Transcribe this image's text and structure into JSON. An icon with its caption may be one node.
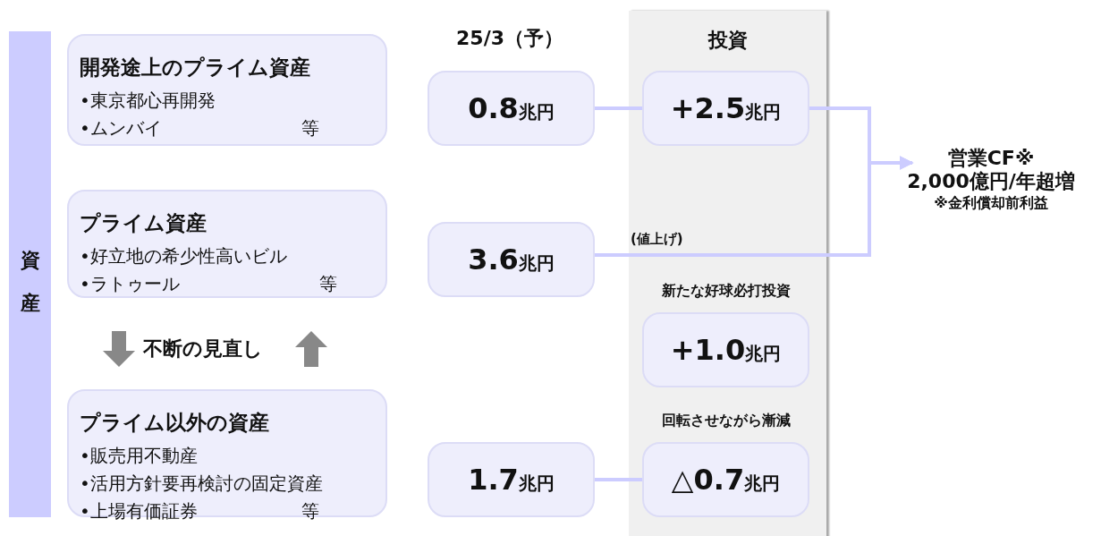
{
  "diagram": {
    "nodes": [
      {
        "text": [
          "資産"
        ]
      },
      {
        "text": [
          "開発途上のプライム資産",
          "•東京都心再開発",
          "•ムンバイ",
          "等"
        ]
      },
      {
        "text": [
          "プライム資産",
          "•好立地の希少性高いビル",
          "•ラトゥール",
          "等"
        ]
      },
      {
        "text": [
          "プライム以外の資産",
          "•販売用不動産",
          "•活用方針要再検討の固定資産",
          "•上場有価証券",
          "等"
        ]
      },
      {
        "text": [
          "0.8兆円"
        ]
      },
      {
        "text": [
          "3.6兆円"
        ]
      },
      {
        "text": [
          "1.7兆円"
        ]
      },
      {
        "text": [
          "投資"
        ]
      },
      {
        "text": [
          "+2.5兆円"
        ],
        "in": 7
      },
      {
        "text": [
          "新たな好球必打投資",
          "+1.0兆円"
        ],
        "in": 7
      },
      {
        "text": [
          "回転させながら漸減",
          "△0.7兆円"
        ],
        "in": 7
      },
      {
        "text": [
          "営業CF※",
          "2,000億円/年超増",
          "※金利償却前利益"
        ]
      }
    ],
    "edges": [
      {
        "from": 4,
        "to": 8,
        "arrow": "none"
      },
      {
        "from": 8,
        "to": 11,
        "arrow": "to"
      },
      {
        "from": 5,
        "to": 11,
        "arrow": "to",
        "label": "(値上げ)"
      },
      {
        "from": 6,
        "to": 10,
        "arrow": "none"
      }
    ],
    "labels": [
      "25/3（予）",
      "不断の見直し"
    ]
  }
}
